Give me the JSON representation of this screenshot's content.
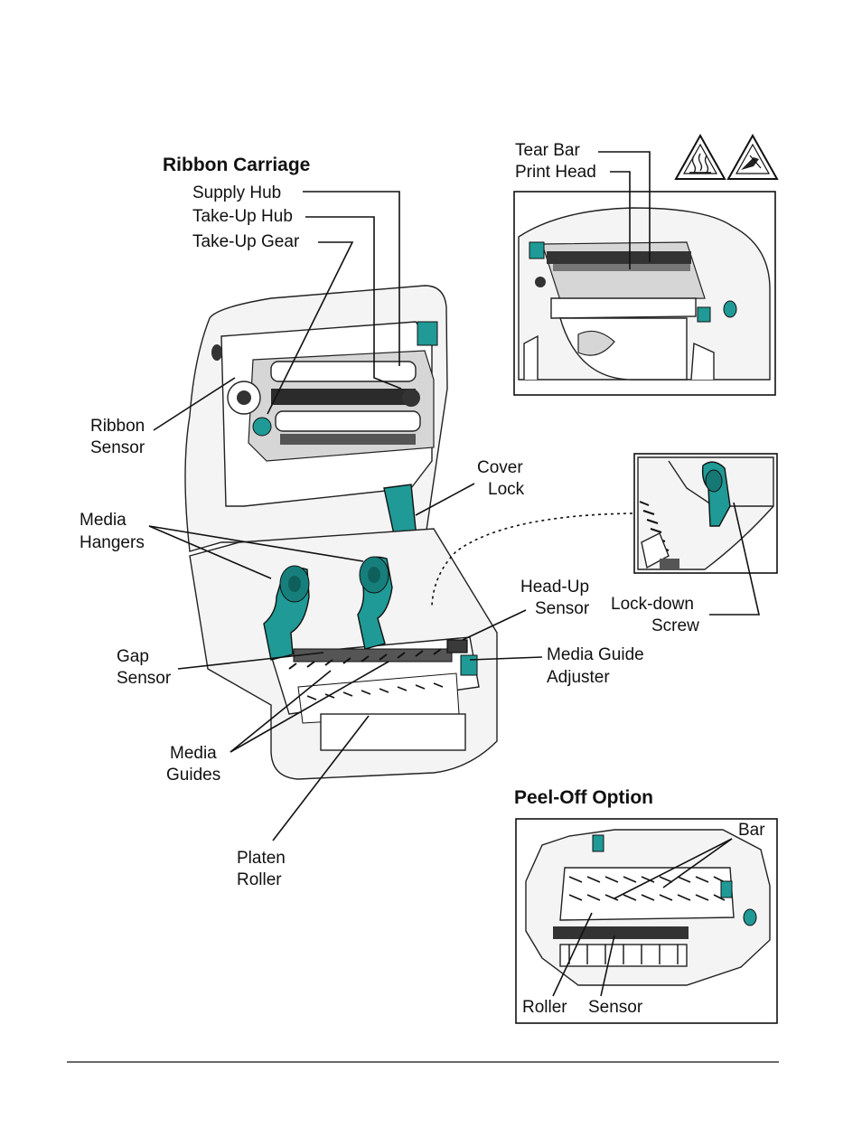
{
  "colors": {
    "accent": "#1f9a96",
    "line": "#111111"
  },
  "headings": {
    "ribbon_carriage": "Ribbon Carriage",
    "peel_off": "Peel-Off Option"
  },
  "labels": {
    "supply_hub": "Supply Hub",
    "take_up_hub": "Take-Up Hub",
    "take_up_gear": "Take-Up Gear",
    "tear_bar": "Tear Bar",
    "print_head": "Print Head",
    "ribbon_sensor_1": "Ribbon",
    "ribbon_sensor_2": "Sensor",
    "cover_lock_1": "Cover",
    "cover_lock_2": "Lock",
    "media_hangers_1": "Media",
    "media_hangers_2": "Hangers",
    "head_up_sensor_1": "Head-Up",
    "head_up_sensor_2": "Sensor",
    "lock_down_screw_1": "Lock-down",
    "lock_down_screw_2": "Screw",
    "gap_sensor_1": "Gap",
    "gap_sensor_2": "Sensor",
    "media_guide_adjuster_1": "Media Guide",
    "media_guide_adjuster_2": "Adjuster",
    "media_guides_1": "Media",
    "media_guides_2": "Guides",
    "platen_roller_1": "Platen",
    "platen_roller_2": "Roller",
    "peel_bar": "Bar",
    "peel_roller": "Roller",
    "peel_sensor": "Sensor"
  },
  "icons": [
    "hot-surface-warning-icon",
    "electrostatic-warning-icon"
  ]
}
